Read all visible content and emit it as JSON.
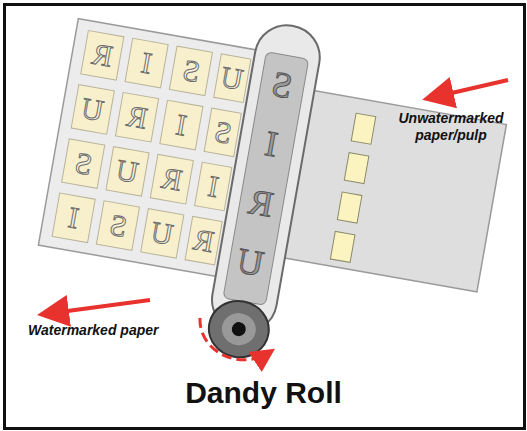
{
  "diagram": {
    "title": "Dandy Roll",
    "labels": [
      "Unwatermarked paper/pulp",
      "Watermarked paper",
      "S",
      "I",
      "R",
      "U",
      "R",
      "I",
      "S",
      "U",
      "U",
      "R",
      "I",
      "S",
      "S",
      "U",
      "R",
      "I",
      "I",
      "S",
      "U",
      "R"
    ]
  }
}
